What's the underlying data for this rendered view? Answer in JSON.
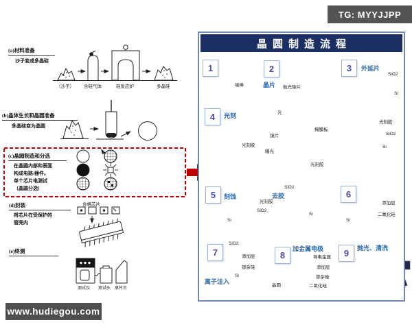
{
  "badges": {
    "tg": "TG: MYYJJPP",
    "site": "www.hudiegou.com"
  },
  "left": {
    "a": {
      "label": "(a)材料准备",
      "subtitle": "沙子变成多晶硅",
      "items": [
        "（沙子）",
        "含硅气体",
        "硅反应炉",
        "多晶硅"
      ]
    },
    "b": {
      "label": "(b)晶体生长和晶圆准备",
      "subtitle": "多晶硅变为晶圆"
    },
    "c": {
      "label": "(c)晶圆制造和分选",
      "lines": [
        "在晶圆内部和表面",
        "构成电路/器件。",
        "单个芯片电测试",
        "（晶圆分选）"
      ]
    },
    "d": {
      "label": "(d)封装",
      "lines": [
        "将芯片在受保护的",
        "管壳内"
      ],
      "chips_label": "合格芯片"
    },
    "e": {
      "label": "(e)终测",
      "machines": [
        "测试仪",
        "测试头",
        "承片台"
      ]
    }
  },
  "panel": {
    "title": "晶圆制造流程",
    "s1": {
      "num": "1",
      "ingot": "硅棒"
    },
    "s2": {
      "num": "2",
      "name": "晶片",
      "wafer": "抛光硅片"
    },
    "s3": {
      "num": "3",
      "name": "外延片",
      "sio2": "SiO2",
      "si": "Si"
    },
    "s4": {
      "num": "4",
      "name": "光刻",
      "resist_left": "光刻胶",
      "light": "光",
      "lens": "镜片",
      "mask": "掩膜板",
      "expose": "曝光",
      "resist_center": "光刻胶",
      "resist_right": "光刻胶",
      "sio2": "SiO2",
      "si": "Si"
    },
    "s5": {
      "num": "5",
      "name": "刻蚀",
      "resist": "光刻胶",
      "sio2_a": "SiO2",
      "si_a": "Si",
      "name2": "去胶",
      "sio2_b": "SiO2",
      "si_b": "Si"
    },
    "s6": {
      "num": "6",
      "add_layer": "添加层",
      "dioxide": "二氧化硅",
      "si": "Si"
    },
    "s7": {
      "num": "7",
      "name": "离子注入",
      "sio2": "SiO2",
      "add_layer": "添加层",
      "doped": "掺杂硅",
      "si": "Si"
    },
    "s8": {
      "num": "8",
      "name": "加金属电极",
      "metal": "导电金属",
      "add_layer": "添加层",
      "doped": "掺杂硅",
      "wafer": "晶圆",
      "dioxide": "二氧化硅"
    },
    "s9": {
      "num": "9",
      "name": "抛光、清洗"
    }
  },
  "colors": {
    "navy": "#1b2f63",
    "panel_border": "#7088b8",
    "red": "#c00000",
    "blue_label": "#2a6bb0",
    "badge_bg": "#545454"
  }
}
